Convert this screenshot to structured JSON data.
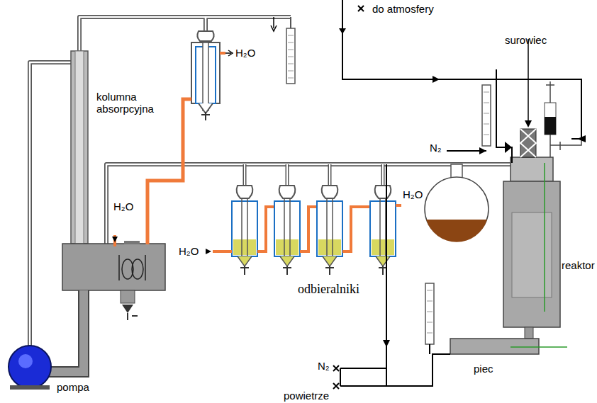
{
  "diagram": {
    "labels": [
      "do atmosfery",
      "surowiec",
      "kolumna absorpcyjna",
      "H₂O",
      "H₂O",
      "H₂O",
      "H₂O",
      "N₂",
      "N₂",
      "odbieralniki",
      "reaktor",
      "piec",
      "pompa",
      "powietrze"
    ]
  }
}
